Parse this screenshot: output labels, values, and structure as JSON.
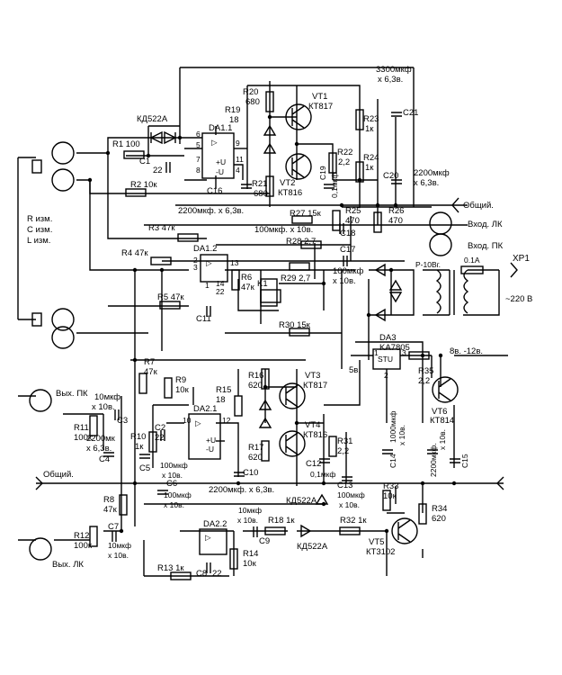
{
  "left_labels": {
    "r_meas": "R изм.",
    "c_meas": "C изм.",
    "l_meas": "L изм.",
    "out_pk": "Вых. ПК",
    "common": "Общий.",
    "out_lk": "Вых. ЛК"
  },
  "right_labels": {
    "common": "Общий.",
    "in_lk": "Вход. ЛК",
    "in_pk": "Вход. ПК",
    "xp1": "XP1",
    "mains": "~220 В",
    "p10": "P-10Вг.",
    "fuse": "0.1A"
  },
  "components": [
    {
      "name": "kd522a-top",
      "text": "КД522А"
    },
    {
      "name": "da1-1",
      "text": "DA1.1"
    },
    {
      "name": "r1",
      "text": "R1 100"
    },
    {
      "name": "c1",
      "text": "C1"
    },
    {
      "name": "c1-val",
      "text": "22"
    },
    {
      "name": "c16",
      "text": "C16"
    },
    {
      "name": "r2",
      "text": "R2 10к"
    },
    {
      "name": "r3",
      "text": "R3 47к"
    },
    {
      "name": "r4",
      "text": "R4 47к"
    },
    {
      "name": "da1-2",
      "text": "DA1.2"
    },
    {
      "name": "r5",
      "text": "R5 47к"
    },
    {
      "name": "c11",
      "text": "C11"
    },
    {
      "name": "r6",
      "text": "R6"
    },
    {
      "name": "r6-val",
      "text": "47к"
    },
    {
      "name": "pin-22",
      "text": "22"
    },
    {
      "name": "r20",
      "text": "R20"
    },
    {
      "name": "r20-val",
      "text": "680"
    },
    {
      "name": "r19",
      "text": "R19"
    },
    {
      "name": "r19-val",
      "text": "18"
    },
    {
      "name": "vt1",
      "text": "VT1"
    },
    {
      "name": "vt1-type",
      "text": "КТ817"
    },
    {
      "name": "r21",
      "text": "R21"
    },
    {
      "name": "r21-val",
      "text": "680"
    },
    {
      "name": "vt2",
      "text": "VT2"
    },
    {
      "name": "vt2-type",
      "text": "КТ816"
    },
    {
      "name": "c3300",
      "text": "3300мкф"
    },
    {
      "name": "c3300-v",
      "text": "x 6,3в."
    },
    {
      "name": "r23",
      "text": "R23"
    },
    {
      "name": "r23-val",
      "text": "1к"
    },
    {
      "name": "c21",
      "text": "C21"
    },
    {
      "name": "r22",
      "text": "R22"
    },
    {
      "name": "r22-val",
      "text": "2,2"
    },
    {
      "name": "r24",
      "text": "R24"
    },
    {
      "name": "r24-val",
      "text": "1к"
    },
    {
      "name": "c20",
      "text": "C20"
    },
    {
      "name": "c2200a",
      "text": "2200мкф"
    },
    {
      "name": "c2200a-v",
      "text": "x 6,3в."
    },
    {
      "name": "c19",
      "text": "C19"
    },
    {
      "name": "c19-val",
      "text": "0,1мкф"
    },
    {
      "name": "c2200b",
      "text": "2200мкф. x 6,3в."
    },
    {
      "name": "r27",
      "text": "R27 15к"
    },
    {
      "name": "r25",
      "text": "R25"
    },
    {
      "name": "r25-val",
      "text": "470"
    },
    {
      "name": "r26",
      "text": "R26"
    },
    {
      "name": "r26-val",
      "text": "470"
    },
    {
      "name": "c18-val",
      "text": "100мкф. x 10в."
    },
    {
      "name": "c18",
      "text": "C18"
    },
    {
      "name": "r28",
      "text": "R28 2,7"
    },
    {
      "name": "c17",
      "text": "C17"
    },
    {
      "name": "c17-val",
      "text": "100мкф"
    },
    {
      "name": "c17-v",
      "text": "x 10в."
    },
    {
      "name": "k1",
      "text": "K1"
    },
    {
      "name": "r29",
      "text": "R29 2,7"
    },
    {
      "name": "r30",
      "text": "R30 15к"
    },
    {
      "name": "da3",
      "text": "DA3"
    },
    {
      "name": "ka7805",
      "text": "KA7805"
    },
    {
      "name": "stu",
      "text": "STU"
    },
    {
      "name": "v5",
      "text": "5в."
    },
    {
      "name": "v8",
      "text": "8в. -12в."
    },
    {
      "name": "r35",
      "text": "R35"
    },
    {
      "name": "r35-val",
      "text": "2,2"
    },
    {
      "name": "vt6",
      "text": "VT6"
    },
    {
      "name": "vt6-type",
      "text": "КТ814"
    },
    {
      "name": "c14",
      "text": "C14"
    },
    {
      "name": "c14-val",
      "text": "1000мкф"
    },
    {
      "name": "c14-v",
      "text": "x 10в."
    },
    {
      "name": "c15",
      "text": "C15"
    },
    {
      "name": "c15-val",
      "text": "2200мкф."
    },
    {
      "name": "c15-v",
      "text": "x 10в."
    },
    {
      "name": "r7",
      "text": "R7"
    },
    {
      "name": "r7-val",
      "text": "47к"
    },
    {
      "name": "r9",
      "text": "R9"
    },
    {
      "name": "r9-val",
      "text": "10к"
    },
    {
      "name": "r16",
      "text": "R16"
    },
    {
      "name": "r16-val",
      "text": "620"
    },
    {
      "name": "vt3",
      "text": "VT3"
    },
    {
      "name": "vt3-type",
      "text": "КТ817"
    },
    {
      "name": "r15",
      "text": "R15"
    },
    {
      "name": "r15-val",
      "text": "18"
    },
    {
      "name": "c10mkf",
      "text": "10мкф"
    },
    {
      "name": "c10mkf-v",
      "text": "x 10в."
    },
    {
      "name": "c3",
      "text": "C3"
    },
    {
      "name": "r11",
      "text": "R11"
    },
    {
      "name": "r11-val",
      "text": "100к"
    },
    {
      "name": "c2200c",
      "text": "2200мк"
    },
    {
      "name": "c2200c-v",
      "text": "x 6,3в."
    },
    {
      "name": "c4",
      "text": "C4"
    },
    {
      "name": "r10",
      "text": "R10"
    },
    {
      "name": "r10-val",
      "text": "1к"
    },
    {
      "name": "c2",
      "text": "C2"
    },
    {
      "name": "c2-val",
      "text": "22"
    },
    {
      "name": "da2-1",
      "text": "DA2.1"
    },
    {
      "name": "r17",
      "text": "R17"
    },
    {
      "name": "r17-val",
      "text": "620"
    },
    {
      "name": "vt4",
      "text": "VT4"
    },
    {
      "name": "vt4-type",
      "text": "КТ816"
    },
    {
      "name": "r31",
      "text": "R31"
    },
    {
      "name": "r31-val",
      "text": "2,2"
    },
    {
      "name": "c5",
      "text": "C5"
    },
    {
      "name": "c5-val",
      "text": "100мкф"
    },
    {
      "name": "c5-v",
      "text": "x 10в."
    },
    {
      "name": "c10",
      "text": "C10"
    },
    {
      "name": "c12",
      "text": "C12"
    },
    {
      "name": "c12-val",
      "text": "0,1мкф"
    },
    {
      "name": "c6",
      "text": "C6"
    },
    {
      "name": "c6-val",
      "text": "100мкф"
    },
    {
      "name": "c6-v",
      "text": "x 10в."
    },
    {
      "name": "c2200d",
      "text": "2200мкф. x 6,3в."
    },
    {
      "name": "c13",
      "text": "C13"
    },
    {
      "name": "c13-val",
      "text": "100мкф"
    },
    {
      "name": "c13-v",
      "text": "x 10в."
    },
    {
      "name": "r33",
      "text": "R33"
    },
    {
      "name": "r33-val",
      "text": "10к"
    },
    {
      "name": "r34",
      "text": "R34"
    },
    {
      "name": "r34-val",
      "text": "620"
    },
    {
      "name": "r8",
      "text": "R8"
    },
    {
      "name": "r8-val",
      "text": "47к"
    },
    {
      "name": "kd522a-mid",
      "text": "КД522А"
    },
    {
      "name": "r18",
      "text": "R18 1к"
    },
    {
      "name": "r32",
      "text": "R32 1к"
    },
    {
      "name": "da2-2",
      "text": "DA2.2"
    },
    {
      "name": "c9-val",
      "text": "10мкф"
    },
    {
      "name": "c9-v",
      "text": "x 10в."
    },
    {
      "name": "c9",
      "text": "C9"
    },
    {
      "name": "c7",
      "text": "C7"
    },
    {
      "name": "r12",
      "text": "R12"
    },
    {
      "name": "r12-val",
      "text": "100к"
    },
    {
      "name": "c7-val",
      "text": "10мкф"
    },
    {
      "name": "c7-v",
      "text": "x 10в."
    },
    {
      "name": "kd522a-bot",
      "text": "КД522А"
    },
    {
      "name": "r14",
      "text": "R14"
    },
    {
      "name": "r14-val",
      "text": "10к"
    },
    {
      "name": "c8",
      "text": "C8"
    },
    {
      "name": "c8-val",
      "text": "22"
    },
    {
      "name": "r13",
      "text": "R13 1к"
    },
    {
      "name": "vt5",
      "text": "VT5"
    },
    {
      "name": "vt5-type",
      "text": "КТ3102"
    }
  ],
  "pins": [
    "6",
    "5",
    "9",
    "11",
    "4",
    "7",
    "8",
    "2",
    "3",
    "1",
    "13",
    "14",
    "10",
    "12",
    "1",
    "3",
    "2"
  ]
}
